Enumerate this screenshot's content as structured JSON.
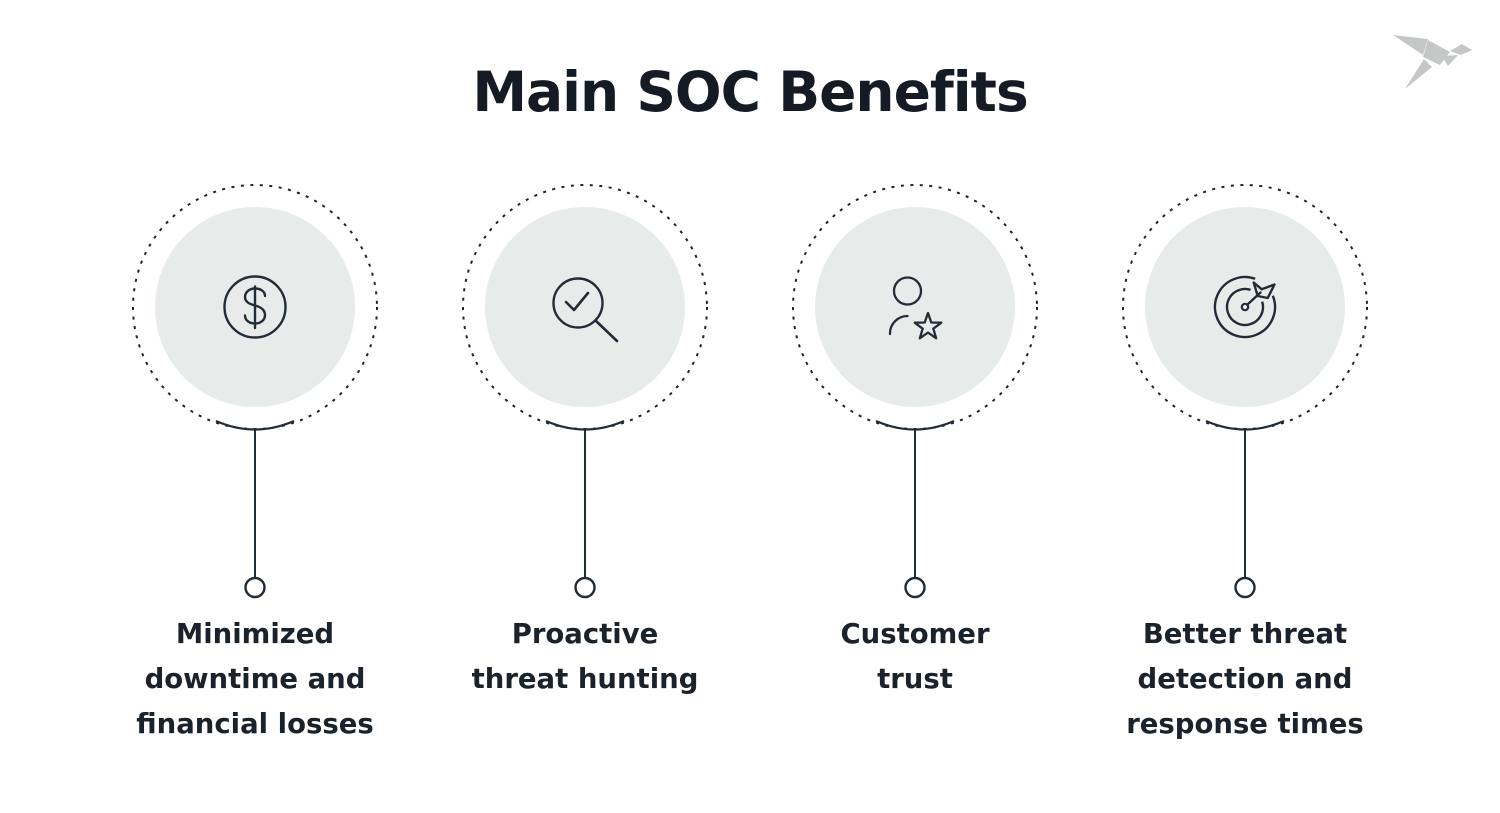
{
  "header": {
    "title": "Main SOC Benefits",
    "title_color": "#141b24"
  },
  "logo": {
    "name": "origami-bird-logo",
    "color": "#c5c7c7"
  },
  "benefits": {
    "items": [
      {
        "icon": "dollar-circle-icon",
        "label": "Minimized\ndowntime and\nfinancial losses"
      },
      {
        "icon": "search-check-icon",
        "label": "Proactive\nthreat hunting"
      },
      {
        "icon": "person-star-icon",
        "label": "Customer\ntrust"
      },
      {
        "icon": "target-arrow-icon",
        "label": "Better threat\ndetection and\nresponse times"
      }
    ],
    "style": {
      "circle_fill": "#e7ecea",
      "line_stroke": "#222c36",
      "label_color": "#1a222c"
    }
  }
}
